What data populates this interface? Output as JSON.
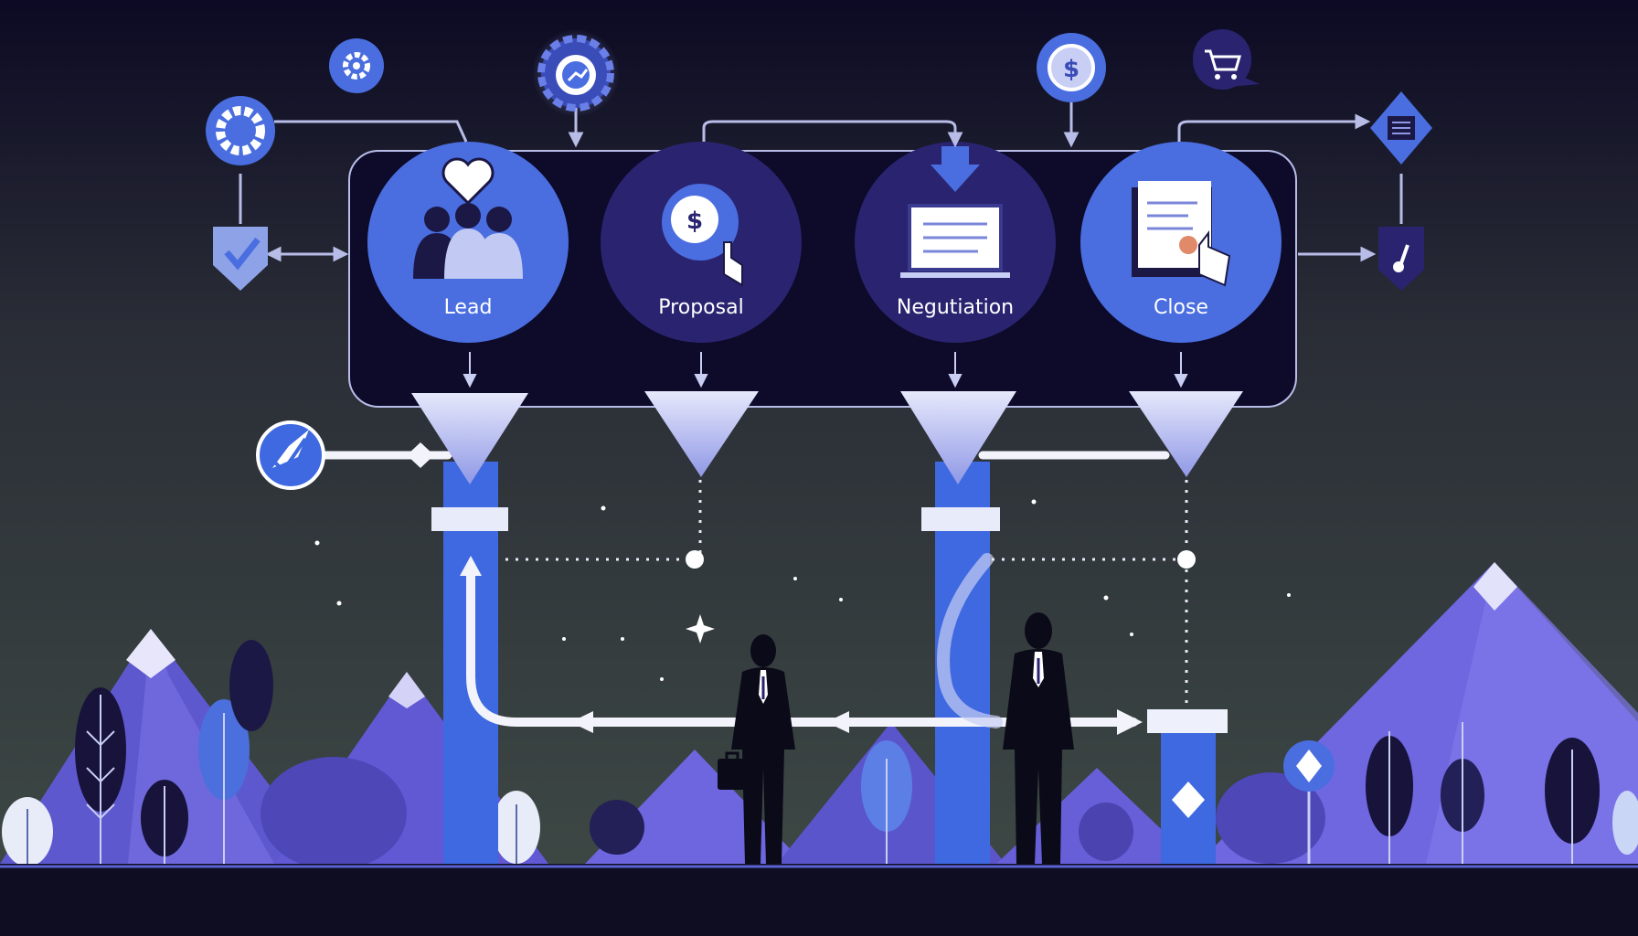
{
  "stages": [
    {
      "label": "Lead",
      "icon": "heart-people-icon"
    },
    {
      "label": "Proposal",
      "icon": "dollar-coin-click-icon"
    },
    {
      "label": "Negutiation",
      "icon": "laptop-arrow-icon"
    },
    {
      "label": "Close",
      "icon": "document-hand-icon"
    }
  ],
  "icons": {
    "top_left": "gear-icon",
    "top_small": "gear-icon",
    "top_gauge": "gauge-gear-icon",
    "top_coin": "dollar-coin-icon",
    "top_cart": "cart-bubble-icon",
    "right_top": "document-diamond-icon",
    "right_bottom": "key-shield-icon",
    "left_shield": "check-shield-icon",
    "left_badge": "check-circle-icon"
  },
  "colors": {
    "background_top": "#0c0a24",
    "background_bottom": "#3d4a45",
    "panel": "#0d0a2a",
    "stage_blue": "#4a6ee0",
    "stage_dark": "#2a2470",
    "mountain": "#6a63d8",
    "pillar": "#3f69e0",
    "funnel": "#c9cef5"
  }
}
